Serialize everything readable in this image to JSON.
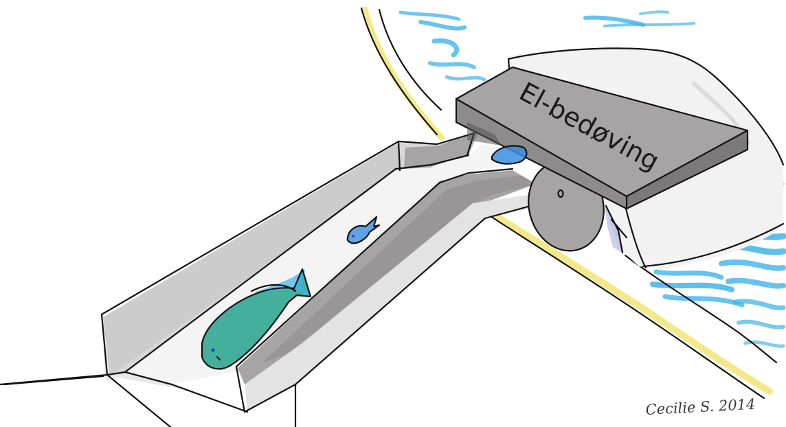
{
  "title": "",
  "labels": {
    "device": "El-bedøving",
    "signature": "Cecilie S. 2014"
  },
  "colors": {
    "water": "#3fb4ea",
    "shore": "#f3e98a",
    "channel_grey": "#a7a4a6",
    "fish_green": "#2aa58f",
    "fish_outline": "#1c3fae"
  },
  "elements": [
    "water-channel",
    "fish",
    "stun-box",
    "wheel",
    "shore-line"
  ]
}
